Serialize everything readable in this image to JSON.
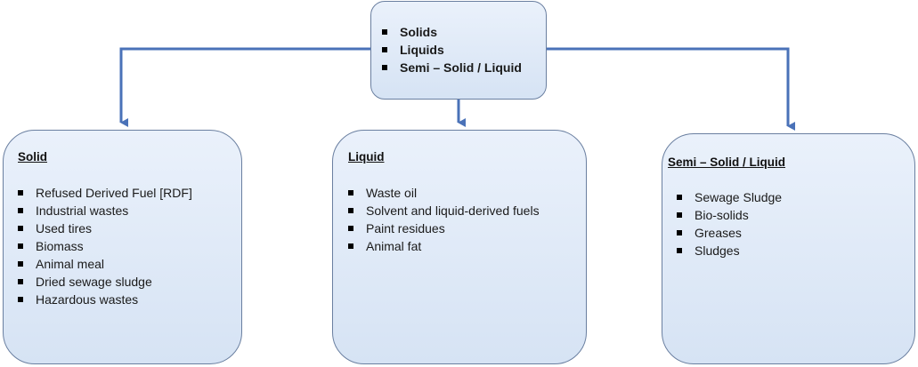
{
  "root": {
    "items": [
      "Solids",
      "Liquids",
      "Semi – Solid / Liquid"
    ]
  },
  "categories": [
    {
      "title": "Solid",
      "items": [
        "Refused Derived Fuel [RDF]",
        "Industrial wastes",
        "Used tires",
        "Biomass",
        "Animal meal",
        "Dried sewage sludge",
        "Hazardous wastes"
      ]
    },
    {
      "title": "Liquid",
      "items": [
        "Waste oil",
        "Solvent and liquid-derived fuels",
        "Paint residues",
        "Animal fat"
      ]
    },
    {
      "title": "Semi – Solid / Liquid",
      "items": [
        "Sewage Sludge",
        "Bio-solids",
        "Greases",
        "Sludges"
      ]
    }
  ],
  "colors": {
    "connector": "#4a72b8",
    "box_border": "#6a7fa0"
  }
}
